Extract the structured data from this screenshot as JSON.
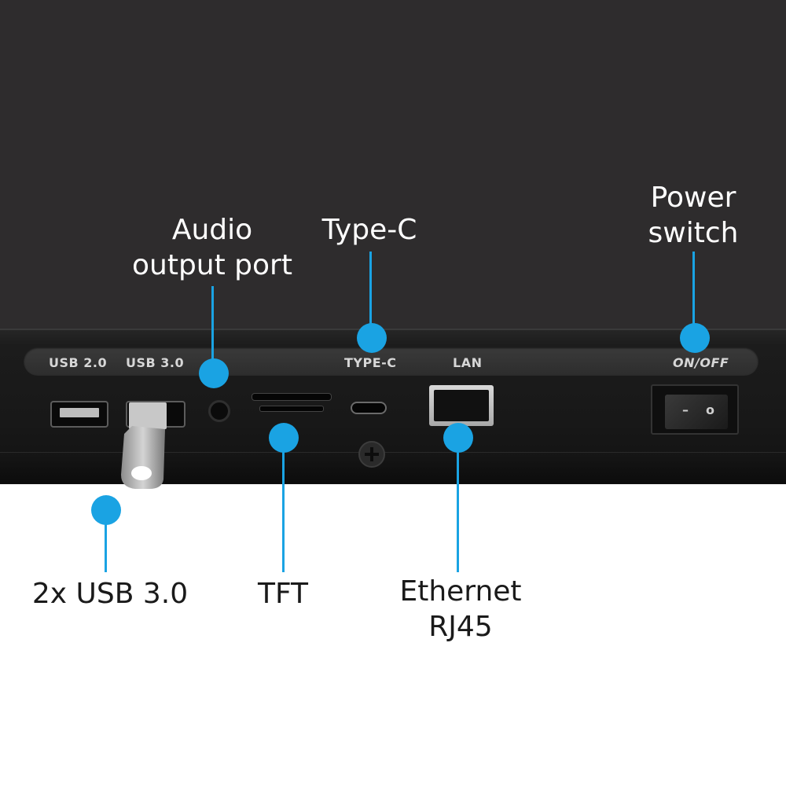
{
  "callouts": {
    "audio": "Audio\noutput port",
    "typec": "Type-C",
    "power": "Power\nswitch",
    "usb": "2x USB 3.0",
    "tft": "TFT",
    "ethernet": "Ethernet\nRJ45"
  },
  "panel_labels": {
    "usb2": "USB 2.0",
    "usb3": "USB 3.0",
    "typec": "TYPE-C",
    "lan": "LAN",
    "onoff": "ON/OFF"
  },
  "switch_symbols": {
    "on": "–",
    "off": "o"
  },
  "colors": {
    "accent": "#1aa3e3",
    "device": "#181818",
    "top_background": "#2e2c2d"
  },
  "icons": [
    "usb-port-icon",
    "usb-stick-icon",
    "audio-jack-icon",
    "sd-slot-icon",
    "usb-c-port-icon",
    "screw-icon",
    "rj45-port-icon",
    "rocker-switch-icon"
  ]
}
